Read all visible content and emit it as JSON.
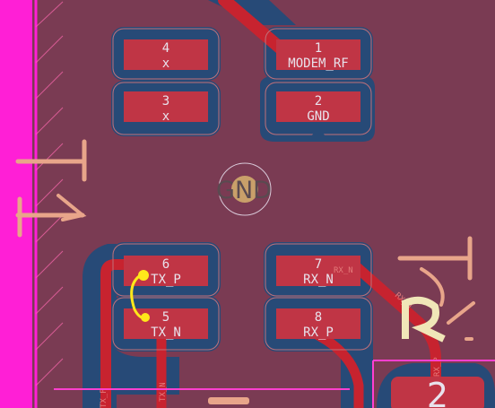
{
  "pads": [
    {
      "id": "pad-4",
      "number": "4",
      "net": "x"
    },
    {
      "id": "pad-1",
      "number": "1",
      "net": "MODEM_RF"
    },
    {
      "id": "pad-3",
      "number": "3",
      "net": "x"
    },
    {
      "id": "pad-2",
      "number": "2",
      "net": "GND"
    },
    {
      "id": "pad-6",
      "number": "6",
      "net": "TX_P"
    },
    {
      "id": "pad-7",
      "number": "7",
      "net": "RX_N"
    },
    {
      "id": "pad-5",
      "number": "5",
      "net": "TX_N"
    },
    {
      "id": "pad-8",
      "number": "8",
      "net": "RX_P"
    }
  ],
  "via_label": "GND",
  "trace_labels": {
    "rx_n_a": "RX_N",
    "rx_n_b": "RX_N",
    "tx_n": "TX_N",
    "tx_p": "TX_P",
    "rx_p_side": "RX_P"
  },
  "footprint_pad_label": "2",
  "colors": {
    "board": "#7a3b53",
    "copper_fill": "#274a77",
    "pad": "#c03545",
    "trace": "#c7232f",
    "silk": "#e8a58a",
    "edge": "#ff1fd6",
    "highlight": "#ffe81a"
  }
}
